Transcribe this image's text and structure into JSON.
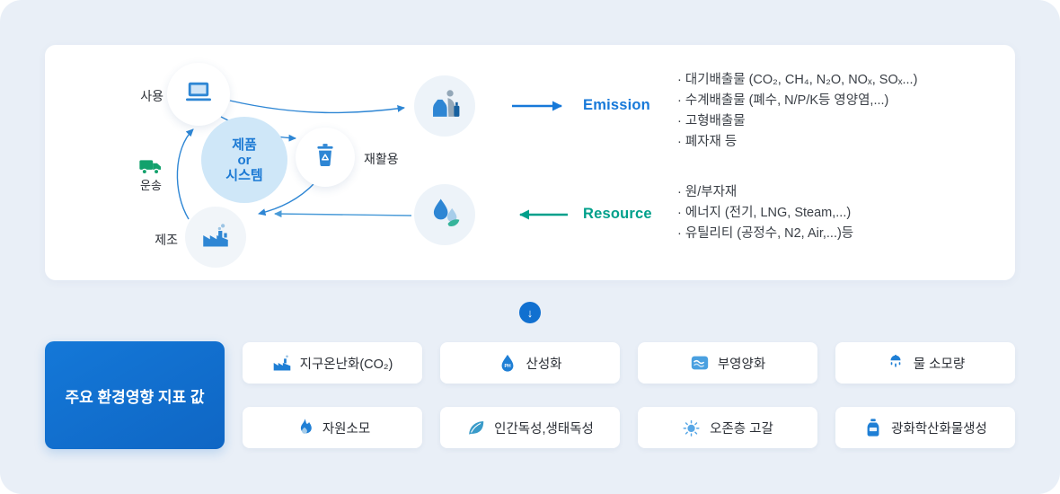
{
  "colors": {
    "accent_blue": "#1779d9",
    "cycle_blue": "#2e86d4",
    "teal_green": "#00a08b",
    "panel_blue": "#1170d0",
    "background": "#e9eff7"
  },
  "diagram": {
    "cycle": {
      "use_label": "사용",
      "transport_label": "운송",
      "manufacture_label": "제조",
      "recycle_label": "재활용",
      "center_line1": "제품",
      "center_line2": "or",
      "center_line3": "시스템"
    },
    "emission": {
      "label": "Emission",
      "items": [
        "· 대기배출물 (CO₂, CH₄, N₂O, NOₓ, SOₓ...)",
        "· 수계배출물 (폐수, N/P/K등 영양염,...)",
        "· 고형배출물",
        "· 폐자재 등"
      ]
    },
    "resource": {
      "label": "Resource",
      "items": [
        "· 원/부자재",
        "· 에너지 (전기, LNG, Steam,...)",
        "· 유틸리티 (공정수, N2, Air,...)등"
      ]
    },
    "icons": {
      "use": "laptop-icon",
      "transport": "truck-icon",
      "recycle": "recycle-bin-icon",
      "manufacture": "factory-icon",
      "emission_node": "waste-bags-icon",
      "resource_node": "water-leaf-icon"
    }
  },
  "down_arrow": "↓",
  "bottom": {
    "headline": "주요 환경영향 지표 값",
    "indicators": [
      {
        "label": "지구온난화(CO₂)",
        "icon": "factory-icon"
      },
      {
        "label": "산성화",
        "icon": "ph-droplet-icon"
      },
      {
        "label": "부영양화",
        "icon": "water-waves-icon"
      },
      {
        "label": "물 소모량",
        "icon": "shower-icon"
      },
      {
        "label": "자원소모",
        "icon": "flame-icon"
      },
      {
        "label": "인간독성,생태독성",
        "icon": "leaf-icon"
      },
      {
        "label": "오존층 고갈",
        "icon": "sun-icon"
      },
      {
        "label": "광화학산화물생성",
        "icon": "bottle-icon"
      }
    ]
  }
}
